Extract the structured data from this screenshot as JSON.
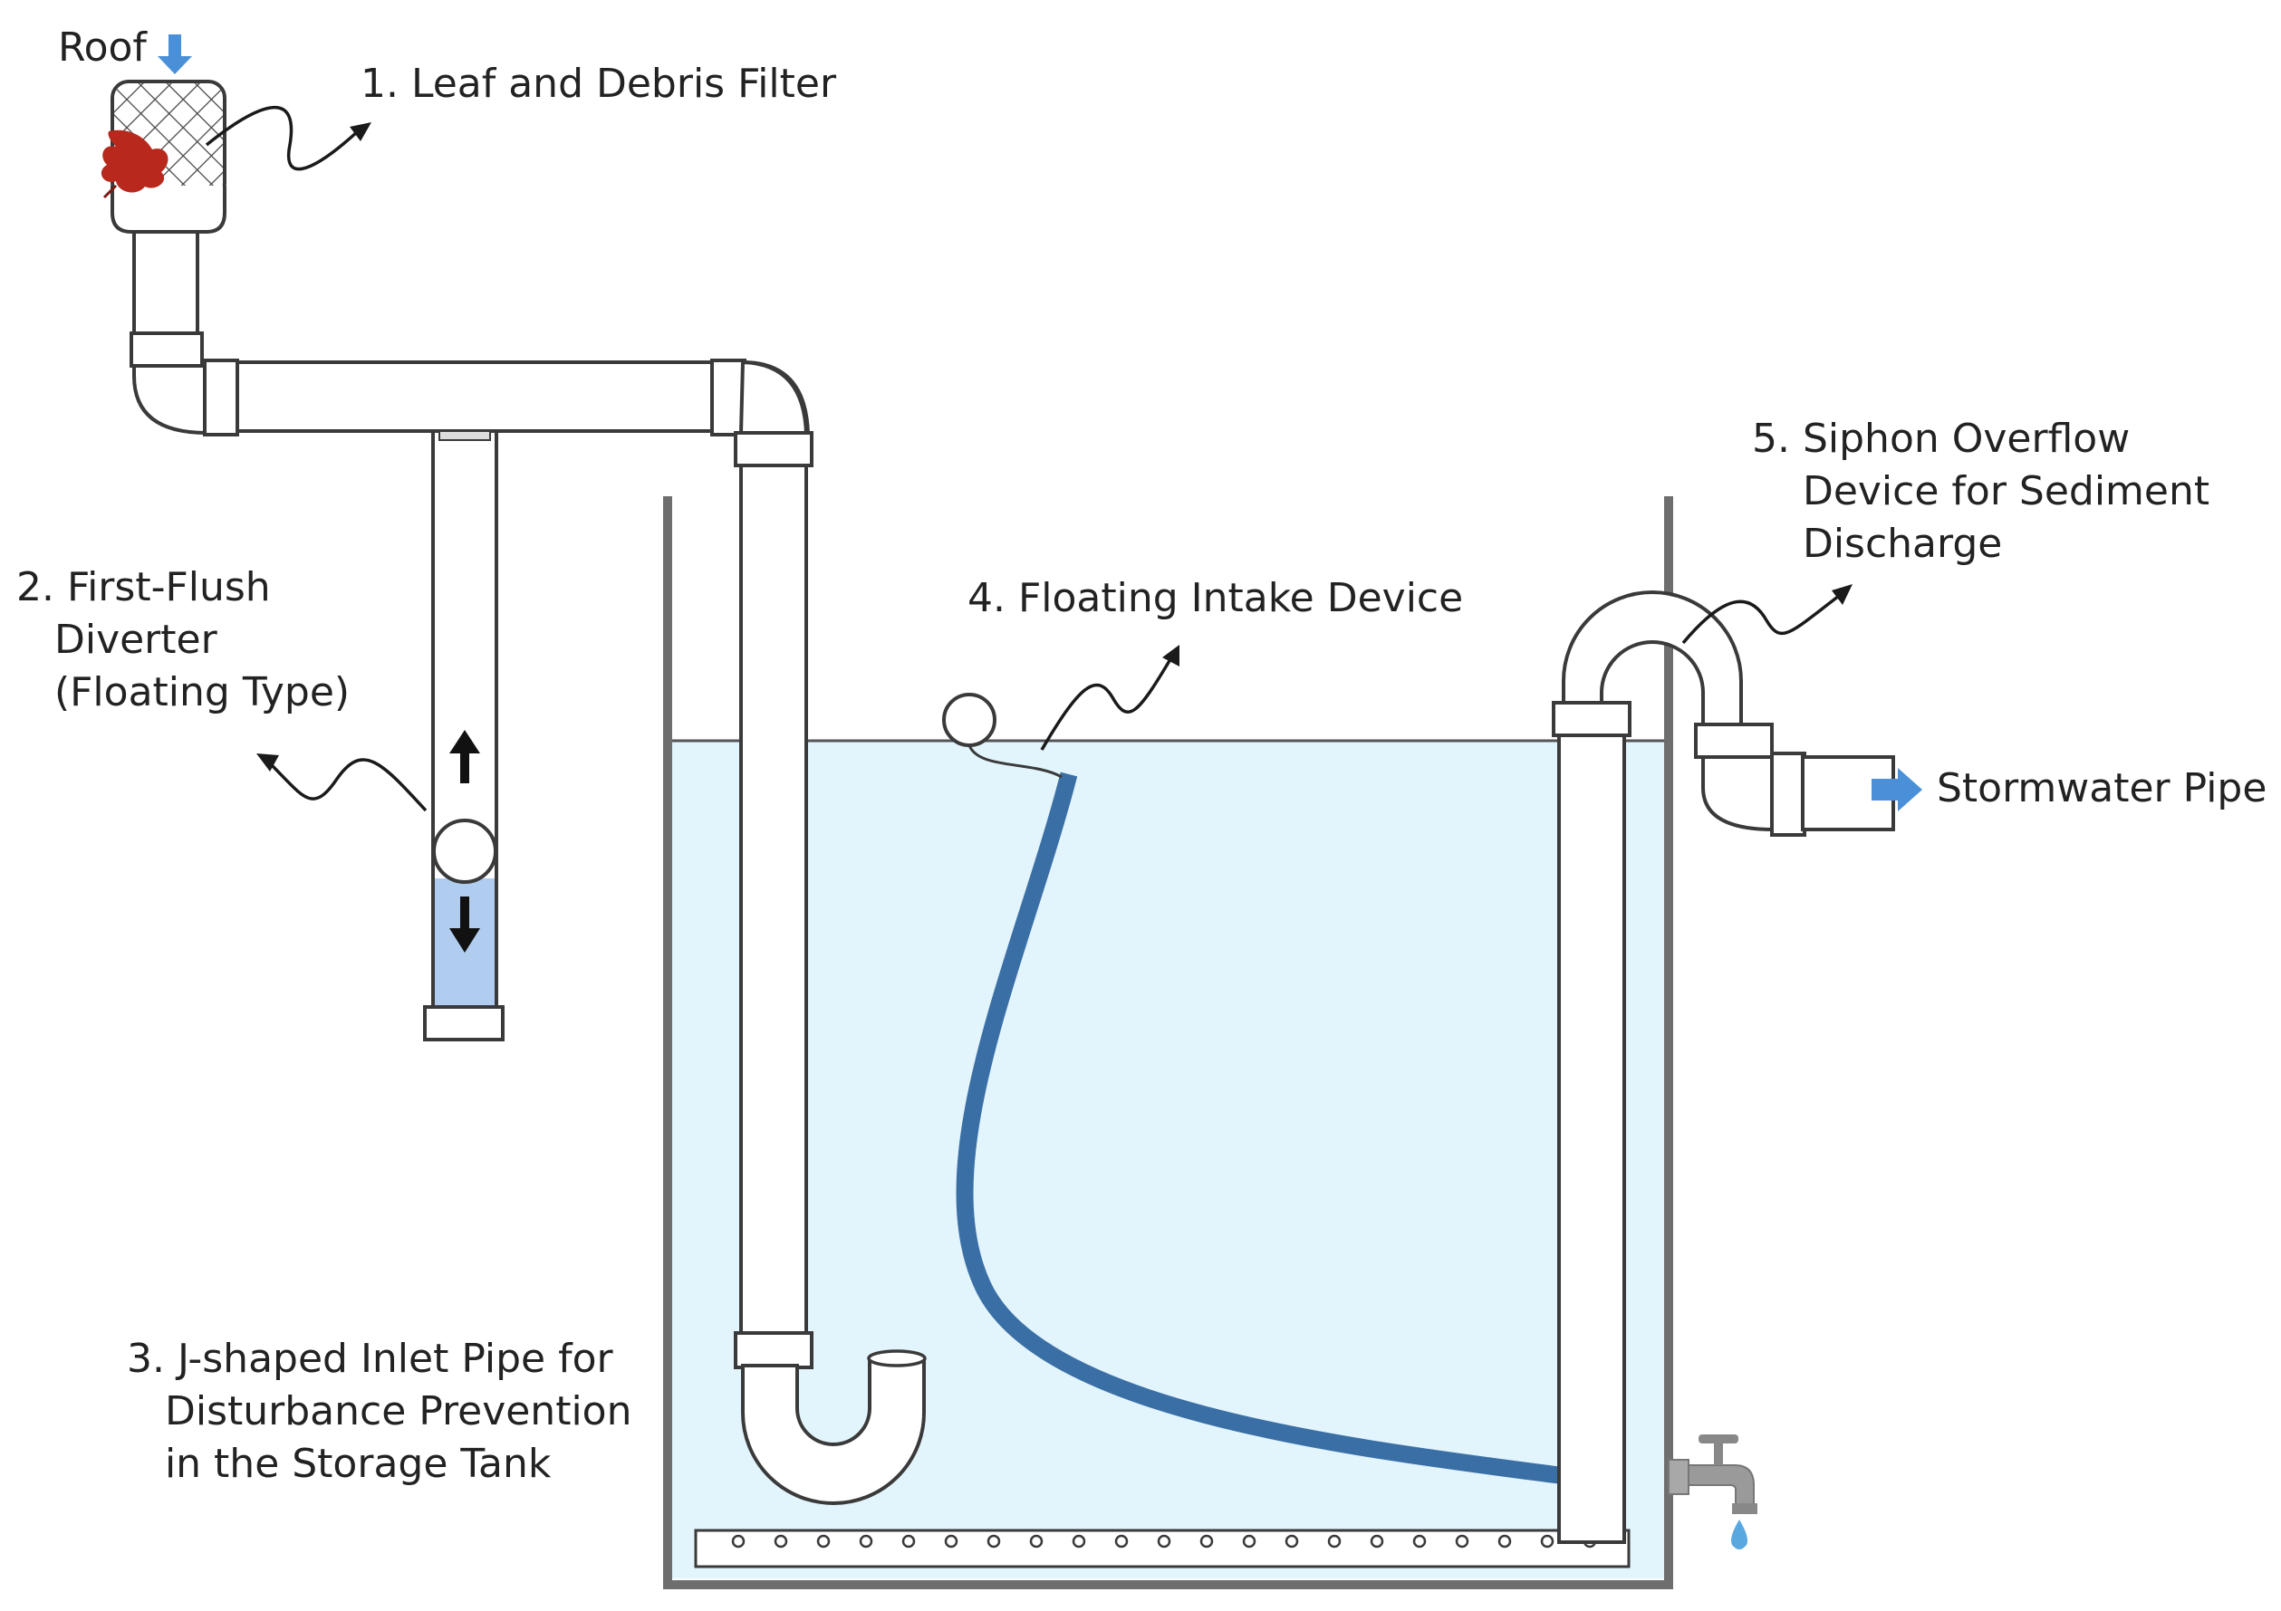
{
  "labels": {
    "roof": "Roof",
    "leaf_filter": "1. Leaf and Debris Filter",
    "first_flush": "2. First-Flush\n   Diverter\n   (Floating Type)",
    "j_inlet": "3. J-shaped Inlet Pipe for\n   Disturbance Prevention\n   in the Storage Tank",
    "floating_intake": "4. Floating Intake Device",
    "siphon_overflow": "5. Siphon Overflow\n    Device for Sediment\n    Discharge",
    "stormwater_pipe": "Stormwater Pipe"
  },
  "colors": {
    "water": "#e2f4fc",
    "tank_wall": "#6e6e6e",
    "hose": "#3a6fa6",
    "flow_arrow": "#4a90d9",
    "leaf": "#b8281c",
    "diverter_water": "#b0cdef",
    "faucet": "#9a9a9a",
    "drop": "#5aa8e0"
  },
  "icons": {
    "roof_arrow": "down-arrow-icon",
    "stormwater_arrow": "right-arrow-icon",
    "leaf": "leaf-icon",
    "faucet": "faucet-icon"
  }
}
